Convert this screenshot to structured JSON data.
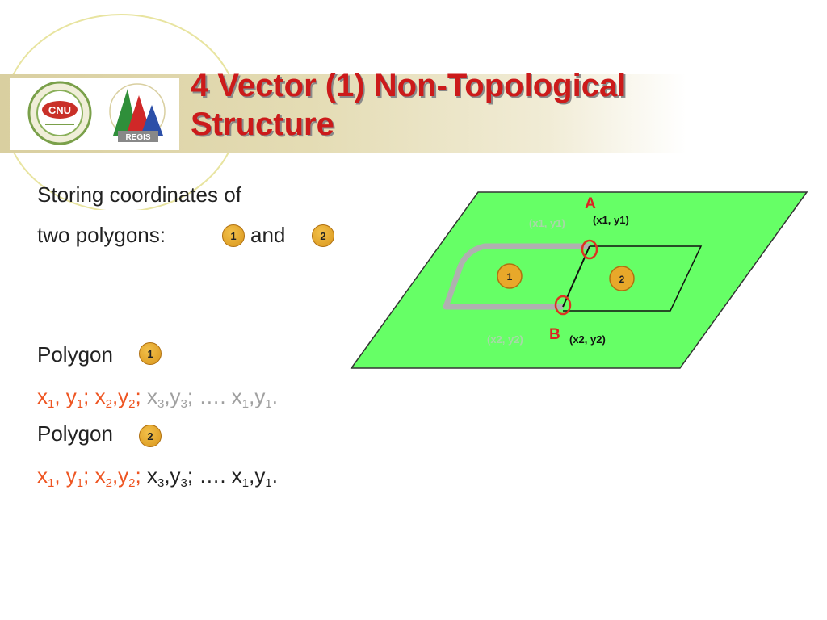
{
  "title": {
    "line1": "4 Vector (1) Non-Topological",
    "line2": "Structure"
  },
  "logos": {
    "cnu": "CNU",
    "regis": "REGIS"
  },
  "intro": {
    "line1": "Storing coordinates of",
    "line2": "two polygons:",
    "and": "and"
  },
  "badges": {
    "one": "1",
    "two": "2"
  },
  "polygon_label": "Polygon",
  "coords": {
    "x": "x",
    "y": "y",
    "sub1": "1",
    "sub2": "2",
    "sub3": "3",
    "sep_comma_space": ", ",
    "sep_comma": ",",
    "sep_semi_space": "; ",
    "ellipsis": "…. ",
    "end": "."
  },
  "diagram": {
    "point_a": "A",
    "point_b": "B",
    "a_coord": "(x1, y1)",
    "a_coord_ghost": "(x1, y1)",
    "b_coord": "(x2, y2)",
    "b_coord_ghost": "(x2, y2)",
    "poly1": "1",
    "poly2": "2"
  },
  "colors": {
    "title": "#cc1a1a",
    "accent": "#ee5522",
    "muted": "#a0a0a0",
    "plane": "#66ff66",
    "badge": "#e8a82a",
    "node_circle": "#dd3322"
  }
}
